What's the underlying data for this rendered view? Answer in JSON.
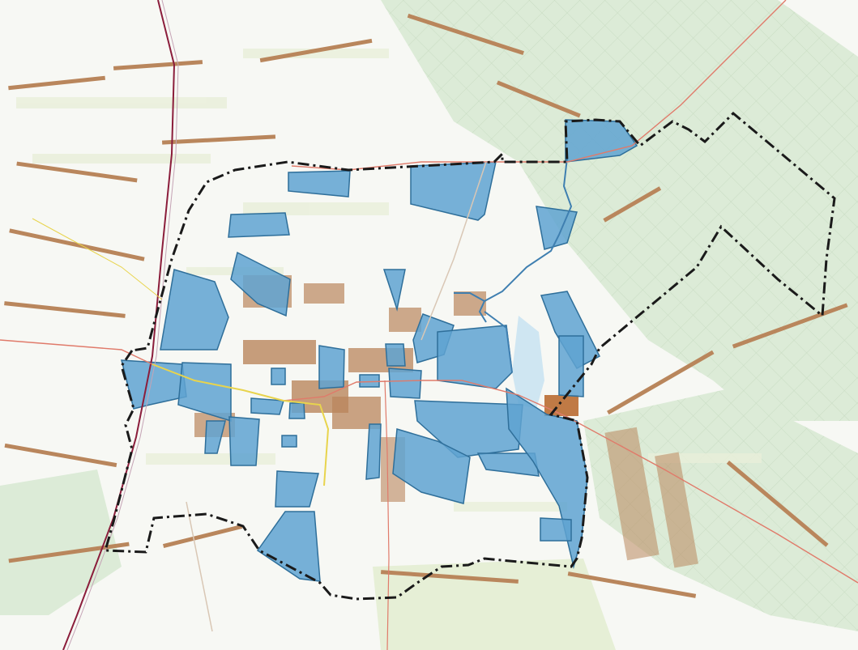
{
  "map": {
    "kind": "planning map",
    "text_labels": [],
    "colors": {
      "background": "#f7f8f4",
      "forest": "#dcebd7",
      "forest_hatch": "#c9dcc3",
      "meadow": "#eef3e0",
      "agri_strip": "#e9efd9",
      "buildings": "#b9865c",
      "buildings_dense": "#c07a45",
      "highlighted_area_fill": "#5fa3d1",
      "highlighted_area_stroke": "#2f6f9a",
      "boundary": "#1a1a1a",
      "road_main": "#8b1d3b",
      "road_secondary": "#e07a6a",
      "road_local": "#e8d44d",
      "water": "#cfe6f2",
      "stream": "#3f7fb0"
    },
    "layers": [
      {
        "id": "forest",
        "name": "forest"
      },
      {
        "id": "buildings",
        "name": "buildings"
      },
      {
        "id": "highlighted-areas",
        "name": "highlighted-areas"
      },
      {
        "id": "boundary",
        "name": "administrative-boundary",
        "style": "dash-dot"
      },
      {
        "id": "roads",
        "name": "roads"
      }
    ]
  }
}
